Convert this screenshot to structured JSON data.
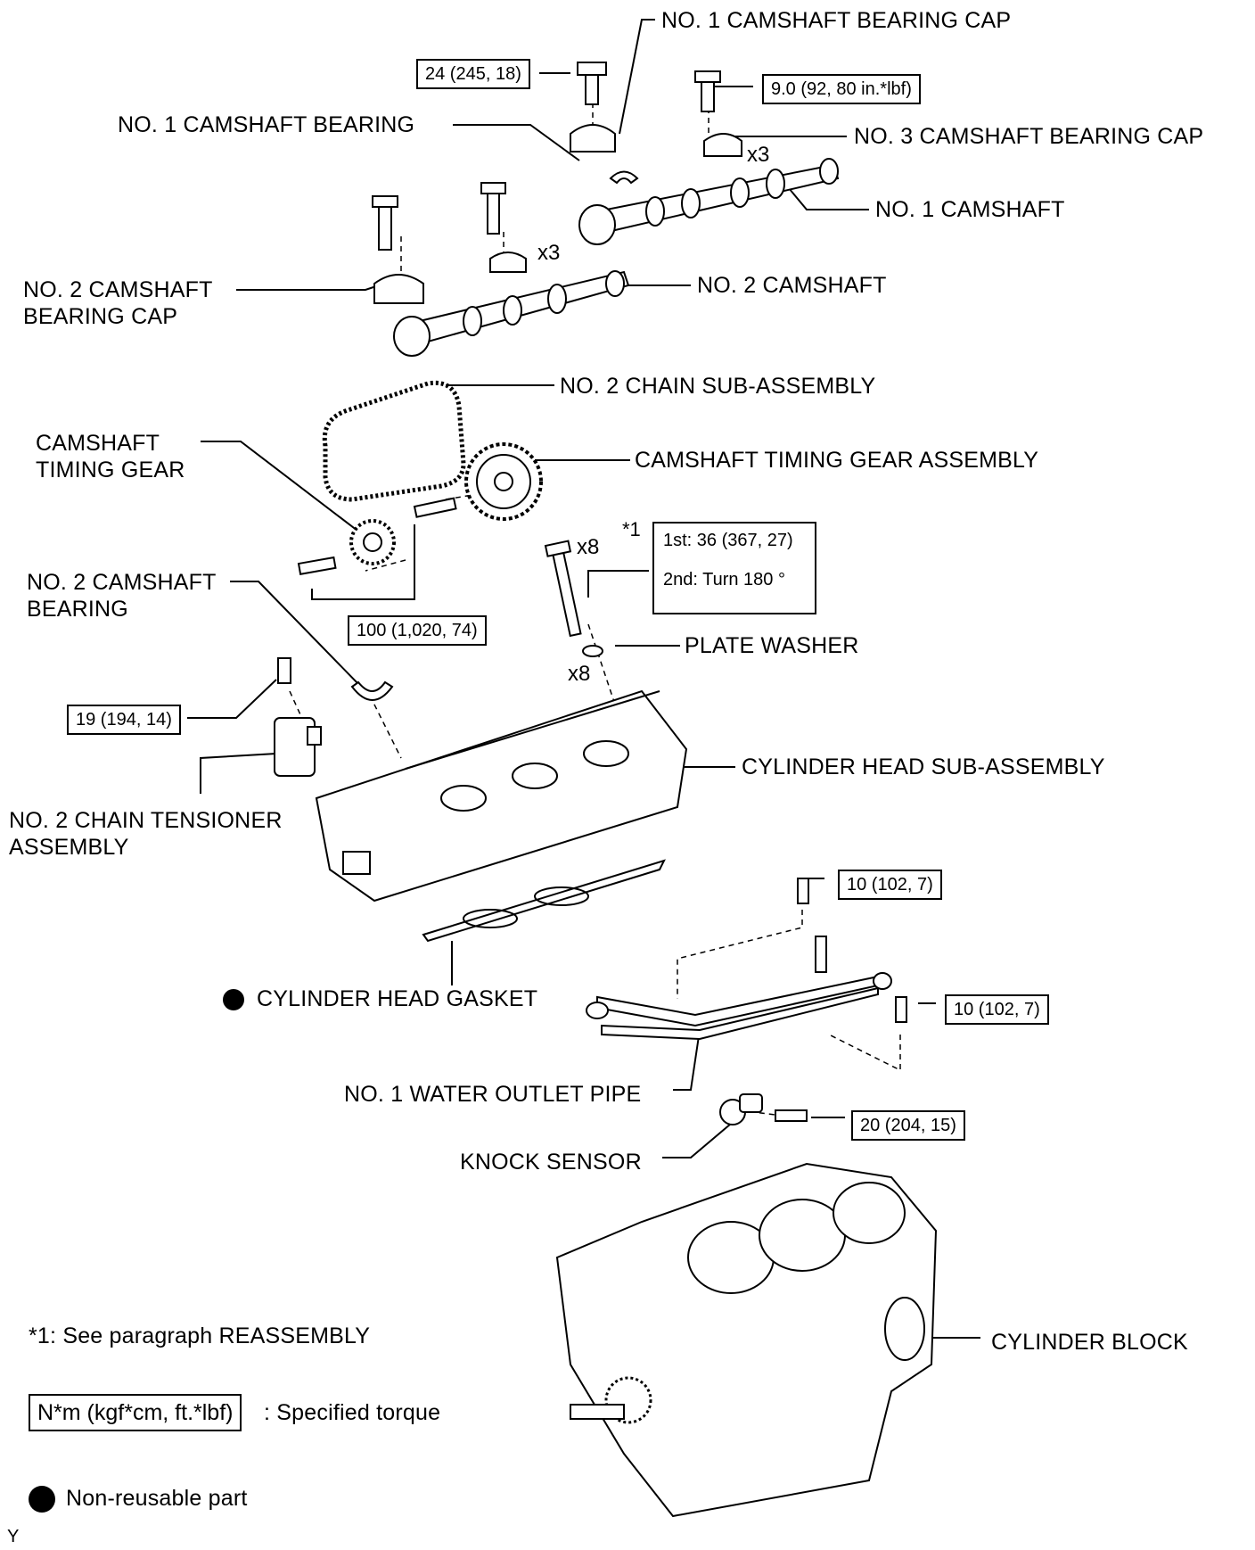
{
  "labels": {
    "cap1": "NO. 1 CAMSHAFT BEARING CAP",
    "bearing1": "NO. 1 CAMSHAFT BEARING",
    "cap3": "NO. 3 CAMSHAFT BEARING CAP",
    "camshaft1": "NO. 1 CAMSHAFT",
    "cap2_line1": "NO. 2 CAMSHAFT",
    "cap2_line2": "BEARING CAP",
    "camshaft2": "NO. 2 CAMSHAFT",
    "chain2": "NO. 2 CHAIN SUB-ASSEMBLY",
    "gear_line1": "CAMSHAFT",
    "gear_line2": "TIMING GEAR",
    "gear_assy": "CAMSHAFT TIMING GEAR ASSEMBLY",
    "bearing2_line1": "NO. 2 CAMSHAFT",
    "bearing2_line2": "BEARING",
    "plate_washer": "PLATE WASHER",
    "head_assy": "CYLINDER HEAD SUB-ASSEMBLY",
    "tensioner_line1": "NO. 2 CHAIN TENSIONER",
    "tensioner_line2": "ASSEMBLY",
    "gasket": "CYLINDER HEAD GASKET",
    "water_pipe": "NO. 1 WATER OUTLET PIPE",
    "knock": "KNOCK SENSOR",
    "block": "CYLINDER BLOCK"
  },
  "torques": {
    "t_cap1": "24 (245, 18)",
    "t_cap3": "9.0 (92, 80 in.*lbf)",
    "t_gear": "100 (1,020, 74)",
    "t_tensioner": "19 (194, 14)",
    "t_pipe_top": "10 (102, 7)",
    "t_pipe_right": "10 (102, 7)",
    "t_knock": "20 (204, 15)"
  },
  "head_bolt": {
    "marker": "*1",
    "step1": "1st: 36 (367, 27)",
    "step2": "2nd:  Turn 180 °"
  },
  "quantities": {
    "cap3_qty": "x3",
    "cap2_qty": "x3",
    "bolt_qty": "x8",
    "washer_qty": "x8"
  },
  "legend": {
    "note": "*1: See paragraph REASSEMBLY",
    "torque_unit": "N*m (kgf*cm, ft.*lbf)",
    "torque_desc": ": Specified torque",
    "nonreusable": "Non-reusable part"
  },
  "corner_code": "Y"
}
